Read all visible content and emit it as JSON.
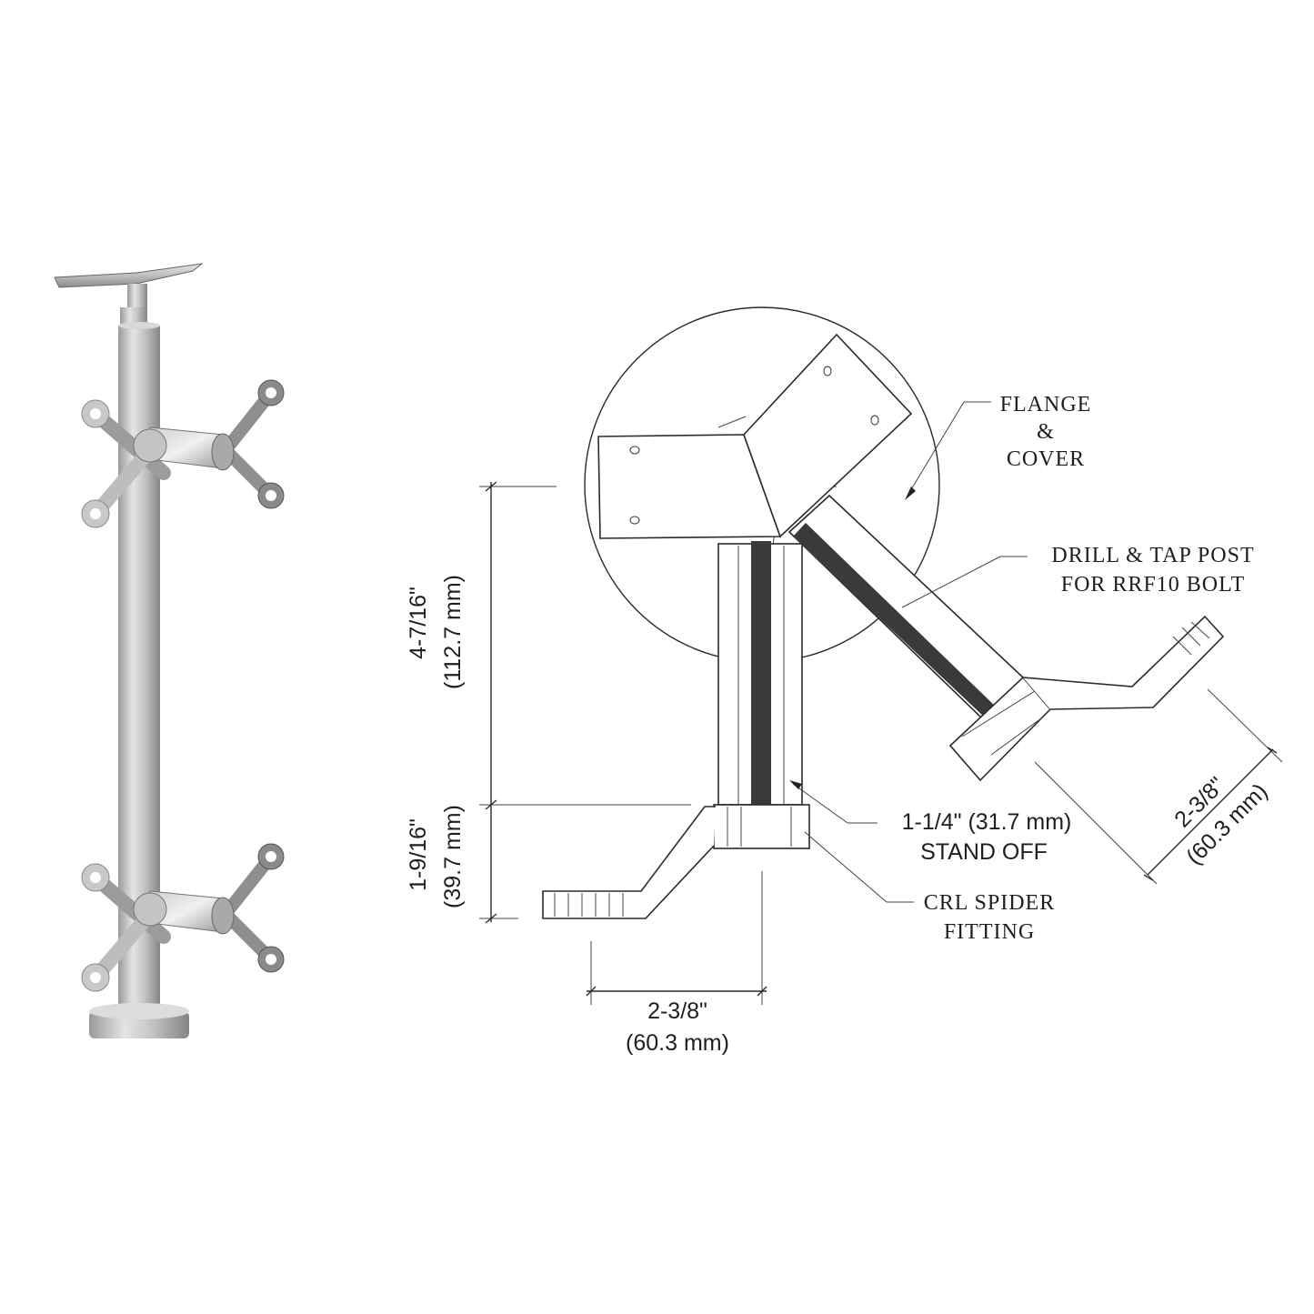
{
  "labels": {
    "flange_line1": "FLANGE",
    "flange_line2": "&",
    "flange_line3": "COVER",
    "drill_line1": "DRILL  & TAP POST",
    "drill_line2": "FOR RRF10 BOLT",
    "standoff_line1": "1-1/4\" (31.7 mm)",
    "standoff_line2": "STAND OFF",
    "spider_line1": "CRL SPIDER",
    "spider_line2": "FITTING"
  },
  "dimensions": {
    "height_upper_in": "4-7/16\"",
    "height_upper_mm": "(112.7 mm)",
    "height_lower_in": "1-9/16\"",
    "height_lower_mm": "(39.7 mm)",
    "arm_bottom_in": "2-3/8\"",
    "arm_bottom_mm": "(60.3 mm)",
    "arm_right_in": "2-3/8\"",
    "arm_right_mm": "(60.3 mm)"
  }
}
